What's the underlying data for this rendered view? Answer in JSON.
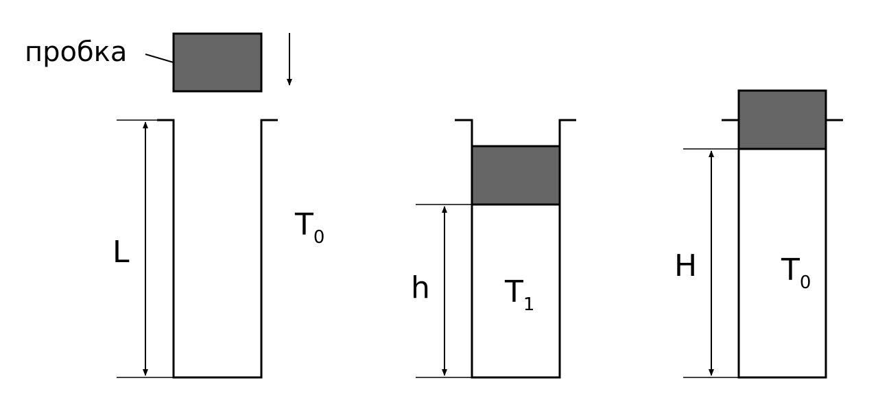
{
  "labels": {
    "plug": "пробка",
    "L": "L",
    "h": "h",
    "H": "H",
    "T": "T",
    "sub_0": "0",
    "sub_1": "1"
  },
  "colors": {
    "plug_fill": "#666666",
    "stroke": "#000000",
    "background": "#ffffff"
  }
}
